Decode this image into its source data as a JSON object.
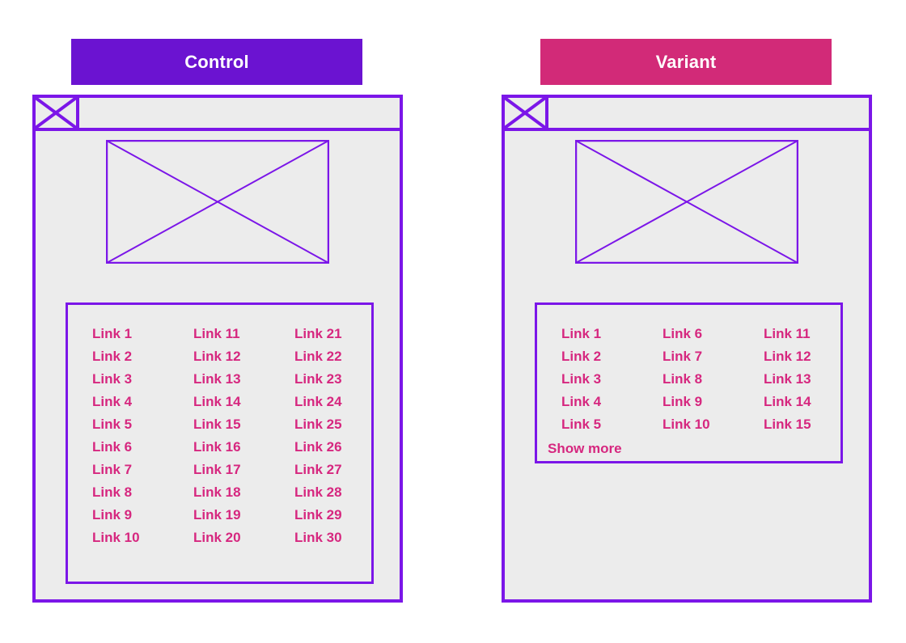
{
  "page": {
    "background_color": "#FFFFFF",
    "wireframe_stroke": "#7B16E8",
    "wireframe_fill": "#ECECEC",
    "link_color": "#D6277F"
  },
  "panels": [
    {
      "id": "control",
      "banner_label": "Control",
      "banner_color": "#6B13D1",
      "image_placeholder_name": "image-placeholder",
      "link_columns": [
        [
          "Link 1",
          "Link 2",
          "Link 3",
          "Link 4",
          "Link 5",
          "Link 6",
          "Link 7",
          "Link 8",
          "Link 9",
          "Link 10"
        ],
        [
          "Link 11",
          "Link 12",
          "Link 13",
          "Link 14",
          "Link 15",
          "Link 16",
          "Link 17",
          "Link 18",
          "Link 19",
          "Link 20"
        ],
        [
          "Link 21",
          "Link 22",
          "Link 23",
          "Link 24",
          "Link 25",
          "Link 26",
          "Link 27",
          "Link 28",
          "Link 29",
          "Link 30"
        ]
      ],
      "show_more_label": null
    },
    {
      "id": "variant",
      "banner_label": "Variant",
      "banner_color": "#D22A78",
      "image_placeholder_name": "image-placeholder",
      "link_columns": [
        [
          "Link 1",
          "Link 2",
          "Link 3",
          "Link 4",
          "Link 5"
        ],
        [
          "Link 6",
          "Link 7",
          "Link 8",
          "Link 9",
          "Link 10"
        ],
        [
          "Link 11",
          "Link 12",
          "Link 13",
          "Link 14",
          "Link 15"
        ]
      ],
      "show_more_label": "Show more"
    }
  ]
}
